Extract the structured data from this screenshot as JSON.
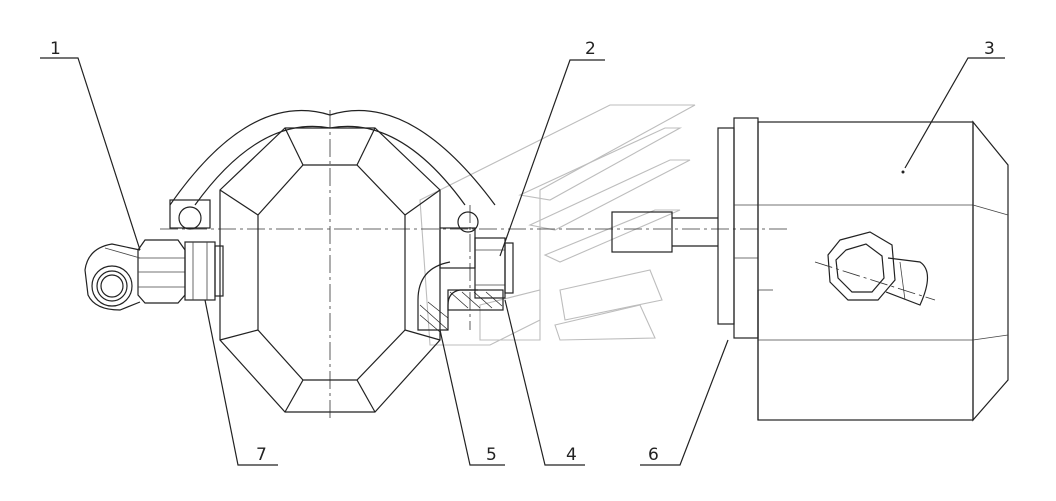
{
  "callouts": [
    {
      "id": "1",
      "label": "1"
    },
    {
      "id": "2",
      "label": "2"
    },
    {
      "id": "3",
      "label": "3"
    },
    {
      "id": "4",
      "label": "4"
    },
    {
      "id": "5",
      "label": "5"
    },
    {
      "id": "6",
      "label": "6"
    },
    {
      "id": "7",
      "label": "7"
    }
  ],
  "colors": {
    "line": "#222222",
    "watermark": "#bdbdbd",
    "background": "#ffffff"
  }
}
